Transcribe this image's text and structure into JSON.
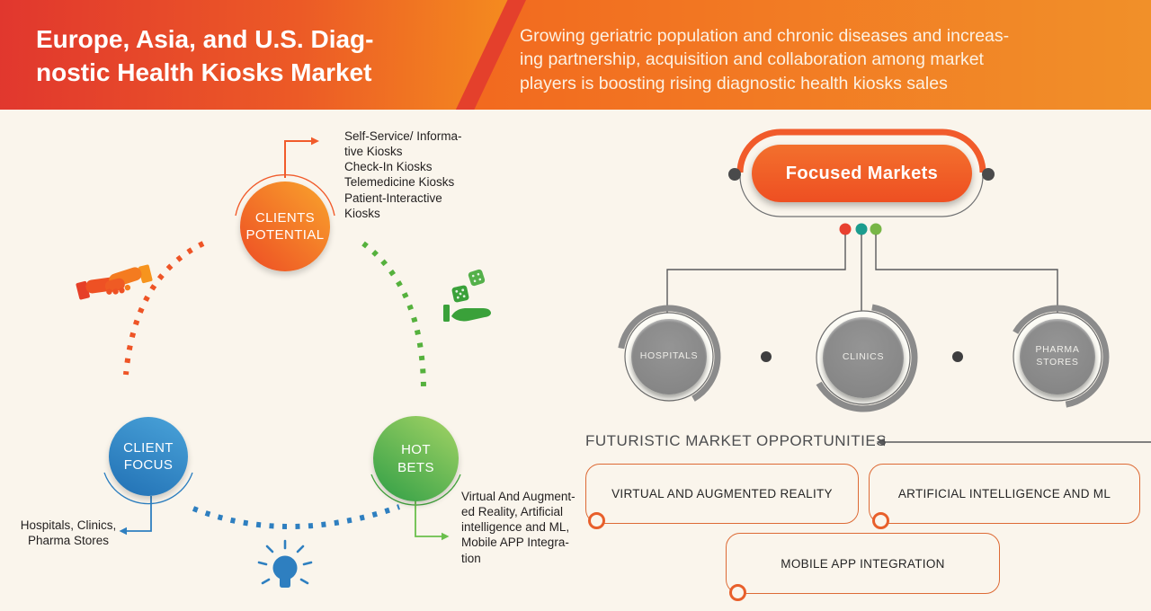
{
  "header": {
    "title": "Europe, Asia, and U.S. Diag-\nnostic Health Kiosks Market",
    "subtitle": "Growing geriatric population and chronic diseases and increas-\ning partnership, acquisition and collaboration among market\nplayers is boosting rising diagnostic health kiosks sales"
  },
  "left_diagram": {
    "clients_potential": {
      "label": "CLIENTS\nPOTENTIAL",
      "items": "Self-Service/ Informa-\ntive Kiosks\nCheck-In Kiosks\nTelemedicine Kiosks\nPatient-Interactive\nKiosks"
    },
    "client_focus": {
      "label": "CLIENT\nFOCUS",
      "items": "Hospitals, Clinics,\nPharma Stores"
    },
    "hot_bets": {
      "label": "HOT\nBETS",
      "items": "Virtual And Augment-\ned Reality, Artificial\nintelligence and ML,\nMobile APP Integra-\ntion"
    },
    "icons": {
      "handshake": "handshake-icon",
      "hand_dice": "hand-with-dice-icon",
      "lightbulb": "lightbulb-icon"
    }
  },
  "focused_markets": {
    "title": "Focused Markets",
    "branches": [
      {
        "label": "HOSPITALS"
      },
      {
        "label": "CLINICS"
      },
      {
        "label": "PHARMA\nSTORES"
      }
    ],
    "dot_colors": [
      "#e8402f",
      "#1b9c8e",
      "#78b647"
    ]
  },
  "opportunities": {
    "heading": "FUTURISTIC MARKET OPPORTUNITIES",
    "items": [
      {
        "label": "VIRTUAL AND AUGMENTED REALITY"
      },
      {
        "label": "ARTIFICIAL INTELLIGENCE AND ML"
      },
      {
        "label": "MOBILE APP INTEGRATION"
      }
    ]
  },
  "colors": {
    "header_red": "#e23b2e",
    "header_orange": "#f6941e",
    "stripe_red": "#e4402c",
    "accent_orange": "#f15b2b",
    "blue": "#2e7fc0",
    "green": "#4caf3f",
    "node_gray": "#8a8a8a",
    "line_gray": "#58595b",
    "background_cream": "#faf5ec",
    "box_border_orange": "#dd6a35"
  }
}
